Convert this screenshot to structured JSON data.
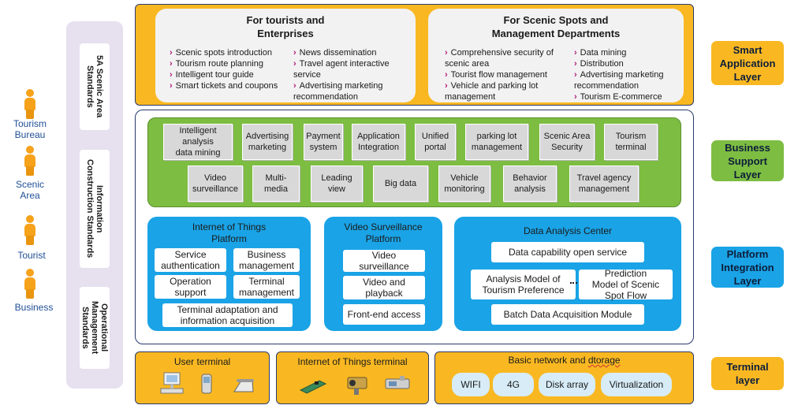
{
  "actors": [
    {
      "label": "Tourism\nBureau",
      "icon": "person-icon"
    },
    {
      "label": "Scenic\nArea",
      "icon": "person-icon"
    },
    {
      "label": "Tourist",
      "icon": "person-icon"
    },
    {
      "label": "Business",
      "icon": "person-icon"
    }
  ],
  "standards": [
    "5A Scenic Area\nStandards",
    "Information\nConstruction Standards",
    "Operational\nManagement\nStandards"
  ],
  "app_layer": {
    "left_title": "For tourists and\nEnterprises",
    "left_col1": [
      "Scenic spots introduction",
      "Tourism route planning",
      "Intelligent tour guide",
      "Smart tickets and coupons"
    ],
    "left_col2": [
      "News dissemination",
      "Travel agent interactive\nservice",
      "Advertising marketing\nrecommendation"
    ],
    "right_title": "For Scenic Spots and\nManagement Departments",
    "right_col1": [
      "Comprehensive security of\nscenic area",
      "Tourist flow management",
      "Vehicle and parking lot\nmanagement"
    ],
    "right_col2": [
      "Data mining",
      "Distribution",
      "Advertising marketing\nrecommendation",
      "Tourism E-commerce"
    ]
  },
  "business_layer": {
    "row1": [
      "Intelligent\nanalysis\ndata mining",
      "Advertising\nmarketing",
      "Payment\nsystem",
      "Application\nIntegration",
      "Unified\nportal",
      "parking lot\nmanagement",
      "Scenic Area\nSecurity",
      "Tourism\nterminal"
    ],
    "row2": [
      "Video\nsurveillance",
      "Multi-\nmedia",
      "Leading\nview",
      "Big data",
      "Vehicle\nmonitoring",
      "Behavior\nanalysis",
      "Travel agency\nmanagement"
    ]
  },
  "platform_layer": {
    "iot": {
      "title": "Internet of Things\nPlatform",
      "items": [
        "Service\nauthentication",
        "Business\nmanagement",
        "Operation\nsupport",
        "Terminal\nmanagement",
        "Terminal adaptation and\ninformation acquisition"
      ]
    },
    "video": {
      "title": "Video Surveillance\nPlatform",
      "items": [
        "Video\nsurveillance",
        "Video and\nplayback",
        "Front-end access"
      ]
    },
    "data": {
      "title": "Data Analysis Center",
      "items": [
        "Data capability open service",
        "Analysis Model of\nTourism Preference",
        "Prediction\nModel of Scenic\nSpot Flow",
        "Batch Data Acquisition Module"
      ]
    }
  },
  "terminal_layer": {
    "user": {
      "title": "User terminal",
      "icons": [
        "computer-icon",
        "mobile-phone-icon",
        "telephone-icon"
      ]
    },
    "iot": {
      "title": "Internet of Things terminal",
      "icons": [
        "rfid-board-icon",
        "camera-icon",
        "sensor-device-icon"
      ]
    },
    "network": {
      "title_a": "Basic network and ",
      "title_b": "dtorage",
      "items": [
        "WIFI",
        "4G",
        "Disk array",
        "Virtualization"
      ]
    }
  },
  "layer_labels": [
    "Smart\nApplication\nLayer",
    "Business\nSupport\nLayer",
    "Platform\nIntegration\nLayer",
    "Terminal\nlayer"
  ],
  "colors": {
    "accent_yellow": "#f9b822",
    "accent_green": "#7dbd42",
    "accent_blue": "#1aa3e6",
    "standards_bg": "#e6e0ef"
  }
}
